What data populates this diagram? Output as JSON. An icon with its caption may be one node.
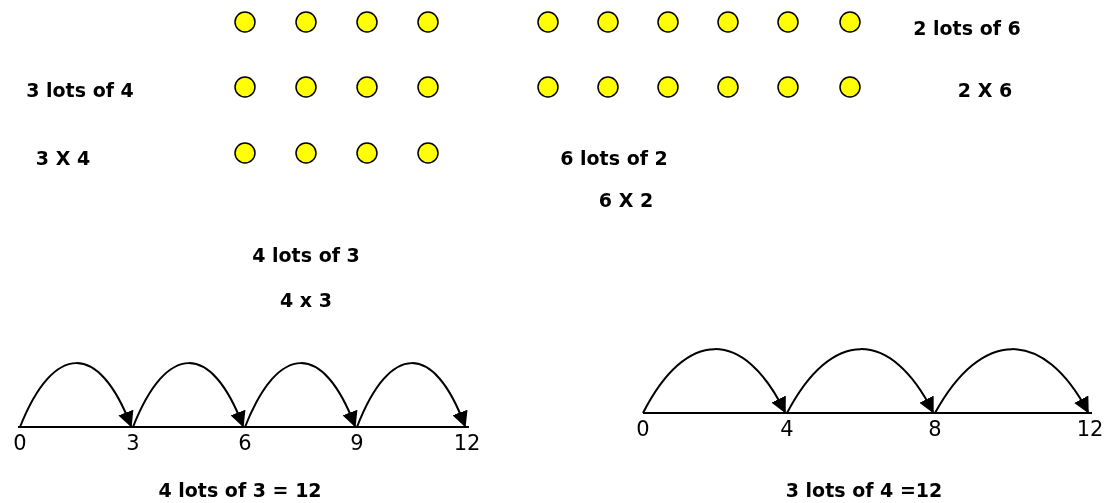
{
  "diagram": {
    "nodes": [
      {
        "text": [
          "0"
        ]
      },
      {
        "text": [
          "3"
        ]
      },
      {
        "text": [
          "6"
        ]
      },
      {
        "text": [
          "9"
        ]
      },
      {
        "text": [
          "12"
        ]
      },
      {
        "text": [
          "0"
        ]
      },
      {
        "text": [
          "4"
        ]
      },
      {
        "text": [
          "8"
        ]
      },
      {
        "text": [
          "12"
        ]
      }
    ],
    "edges": [
      {
        "from": 0,
        "to": 1,
        "arrow": "to"
      },
      {
        "from": 1,
        "to": 2,
        "arrow": "to"
      },
      {
        "from": 2,
        "to": 3,
        "arrow": "to"
      },
      {
        "from": 3,
        "to": 4,
        "arrow": "to"
      },
      {
        "from": 5,
        "to": 6,
        "arrow": "to"
      },
      {
        "from": 6,
        "to": 7,
        "arrow": "to"
      },
      {
        "from": 7,
        "to": 8,
        "arrow": "to"
      }
    ],
    "labels": [
      "2 lots of 6",
      "3 lots of 4",
      "2 X 6",
      "3 X 4",
      "6 lots of 2",
      "6 X 2",
      "4 lots of 3",
      "4 x 3",
      "4 lots of 3 = 12",
      "3 lots of 4 =12"
    ]
  }
}
